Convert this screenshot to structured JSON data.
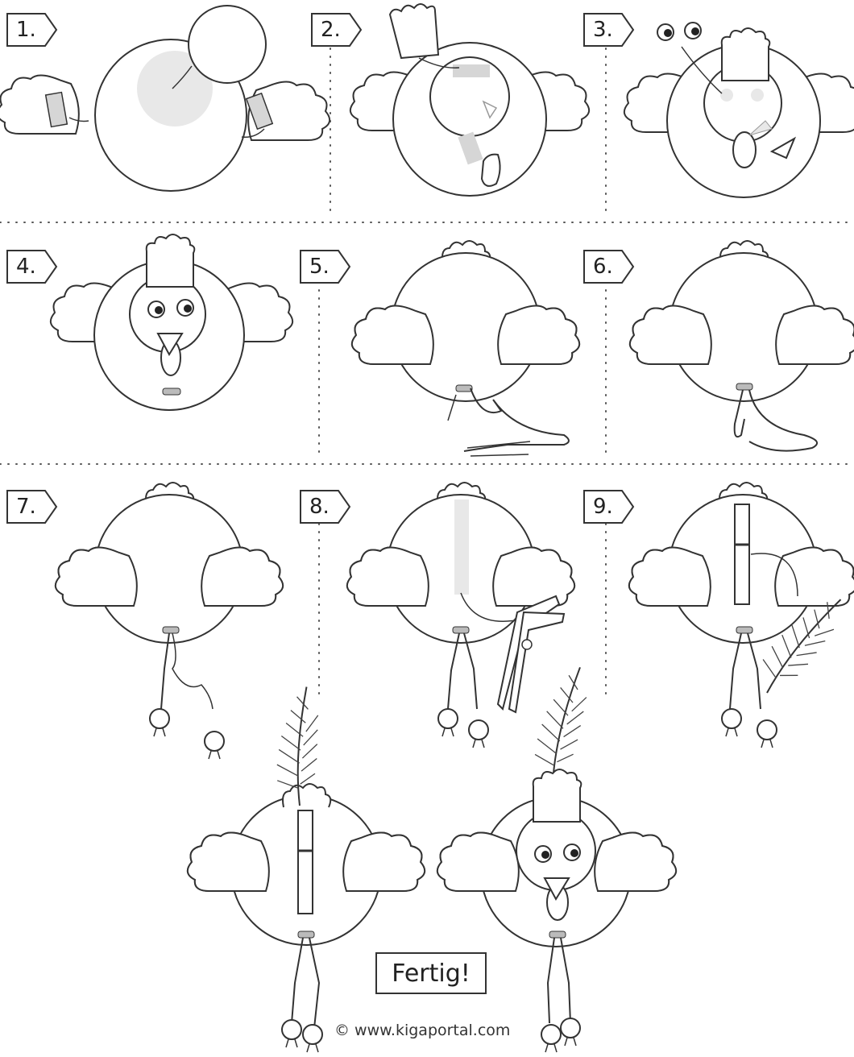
{
  "steps": [
    "1.",
    "2.",
    "3.",
    "4.",
    "5.",
    "6.",
    "7.",
    "8.",
    "9."
  ],
  "finish_label": "Fertig!",
  "credit": "© www.kigaportal.com",
  "colors": {
    "line": "#333333",
    "shade": "#d6d6d6",
    "shade_light": "#e8e8e8",
    "divider": "#555555"
  }
}
